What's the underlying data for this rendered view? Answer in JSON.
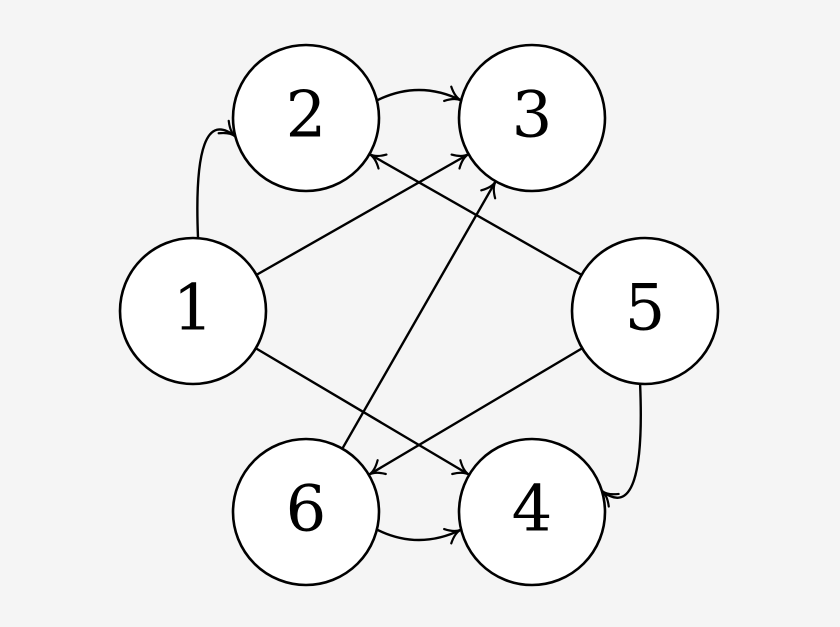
{
  "diagram": {
    "type": "directed-graph",
    "background": "#f5f5f5",
    "stroke_color": "#000000",
    "node_fill": "#ffffff",
    "nodes": [
      {
        "id": "1",
        "label": "1"
      },
      {
        "id": "2",
        "label": "2"
      },
      {
        "id": "3",
        "label": "3"
      },
      {
        "id": "4",
        "label": "4"
      },
      {
        "id": "5",
        "label": "5"
      },
      {
        "id": "6",
        "label": "6"
      }
    ],
    "edges": [
      {
        "from": "1",
        "to": "2"
      },
      {
        "from": "2",
        "to": "3"
      },
      {
        "from": "1",
        "to": "3"
      },
      {
        "from": "1",
        "to": "4"
      },
      {
        "from": "5",
        "to": "2"
      },
      {
        "from": "5",
        "to": "6"
      },
      {
        "from": "5",
        "to": "4"
      },
      {
        "from": "6",
        "to": "3"
      },
      {
        "from": "6",
        "to": "4"
      }
    ]
  }
}
